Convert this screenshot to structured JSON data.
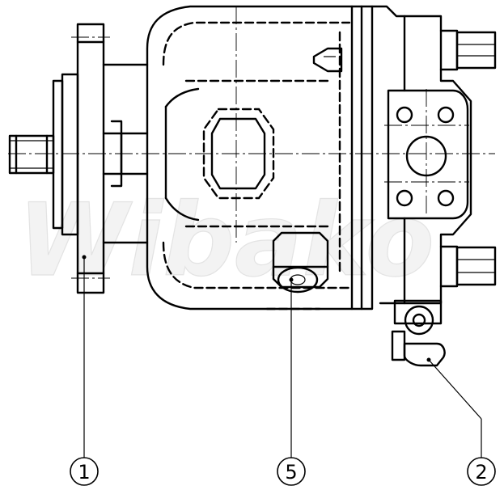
{
  "watermark": "Wibako",
  "callouts": [
    {
      "id": "1",
      "label": "1"
    },
    {
      "id": "5",
      "label": "5"
    },
    {
      "id": "2",
      "label": "2"
    }
  ]
}
